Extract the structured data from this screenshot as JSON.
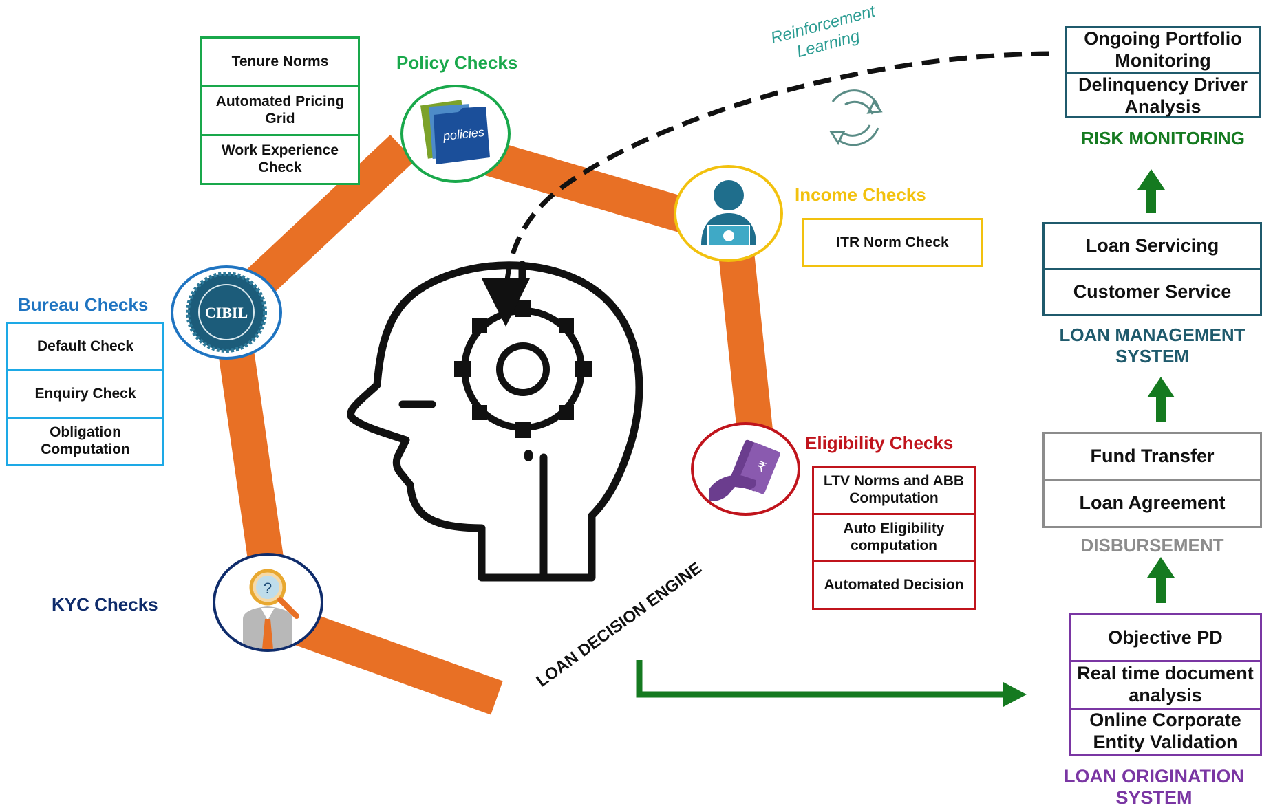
{
  "engine": {
    "label": "LOAN DECISION ENGINE"
  },
  "reinforcement": {
    "line1": "Reinforcement",
    "line2": "Learning"
  },
  "policy": {
    "title": "Policy Checks",
    "icon_text": "policies",
    "items": [
      "Tenure Norms",
      "Automated Pricing Grid",
      "Work Experience Check"
    ]
  },
  "income": {
    "title": "Income Checks",
    "items": [
      "ITR Norm Check"
    ]
  },
  "bureau": {
    "title": "Bureau Checks",
    "icon_text": "CIBIL",
    "items": [
      "Default Check",
      "Enquiry Check",
      "Obligation Computation"
    ]
  },
  "eligibility": {
    "title": "Eligibility Checks",
    "items": [
      "LTV Norms and ABB Computation",
      "Auto Eligibility computation",
      "Automated Decision"
    ]
  },
  "kyc": {
    "title": "KYC Checks"
  },
  "risk": {
    "title": "RISK MONITORING",
    "items": [
      "Ongoing Portfolio Monitoring",
      "Delinquency Driver Analysis"
    ]
  },
  "lms": {
    "title_line1": "LOAN MANAGEMENT",
    "title_line2": "SYSTEM",
    "items": [
      "Loan Servicing",
      "Customer Service"
    ]
  },
  "disbursement": {
    "title": "DISBURSEMENT",
    "items": [
      "Fund Transfer",
      "Loan Agreement"
    ]
  },
  "los": {
    "title_line1": "LOAN ORIGINATION",
    "title_line2": "SYSTEM",
    "items": [
      "Objective PD",
      "Real time document analysis",
      "Online Corporate Entity Validation"
    ]
  },
  "colors": {
    "ring": "#E87025",
    "policy": "#19A84B",
    "income": "#F2C10E",
    "bureau": "#1F74C1",
    "bureau_box": "#1DA9E6",
    "eligibility": "#C0141C",
    "kyc": "#0F2C6B",
    "risk": "#157A20",
    "lms": "#1F5A6C",
    "disbursement": "#8C8C8C",
    "los": "#7A36A3",
    "arrow": "#157A20"
  }
}
